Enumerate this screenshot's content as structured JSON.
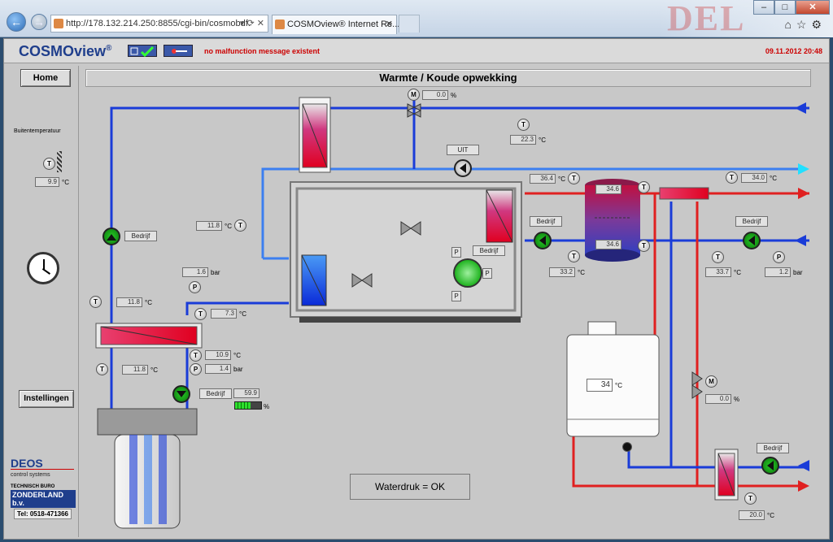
{
  "browser": {
    "address": "http://178.132.214.250:8855/cgi-bin/cosmobdf.",
    "address_tools": "▾ ⟳ ✕",
    "tab_title": "COSMOview® Internet Re...",
    "tab_close": "✕",
    "right_logo": "DEL",
    "right_icons": "⌂☆⚙"
  },
  "app": {
    "brand": "COSMOview",
    "brand_mark": "®",
    "malfunction": "no malfunction message existent",
    "datetime": "09.11.2012 20:48",
    "home": "Home",
    "title": "Warmte / Koude opwekking",
    "outside_temp_label": "Buitentemperatuur",
    "settings": "Instellingen",
    "waterdruk": "Waterdruk = OK",
    "company_name": "DEOS",
    "company_sub": "control systems",
    "zond_top": "TECHNISCH BURO",
    "zond_name": "ZONDERLAND b.v.",
    "tel": "Tel: 0518-471366"
  },
  "units": {
    "c": "°C",
    "bar": "bar",
    "pct": "%"
  },
  "values": {
    "outside": "9.9",
    "valve_top": "0.0",
    "t_top_right": "22.3",
    "t_left_mid": "11.8",
    "p_left": "1.6",
    "t_left_low": "11.8",
    "t_mid_7": "7.3",
    "t_hx_out": "10.9",
    "p_hx": "1.4",
    "t_left_bottom": "11.8",
    "pump_pct": "59.9",
    "buffer_top_in": "36.4",
    "buffer_top": "34.6",
    "buffer_bottom": "34.6",
    "buffer_out": "33.2",
    "t_right_top": "34.0",
    "t_right_mid": "33.7",
    "p_right": "1.2",
    "boiler_temp": "34",
    "valve_right": "0.0",
    "t_bottom_right": "20.0"
  },
  "labels": {
    "uit": "UIT",
    "bedrijf": "Bedrijf",
    "p": "P",
    "t": "T",
    "m": "M"
  },
  "pump_level": 0.6
}
